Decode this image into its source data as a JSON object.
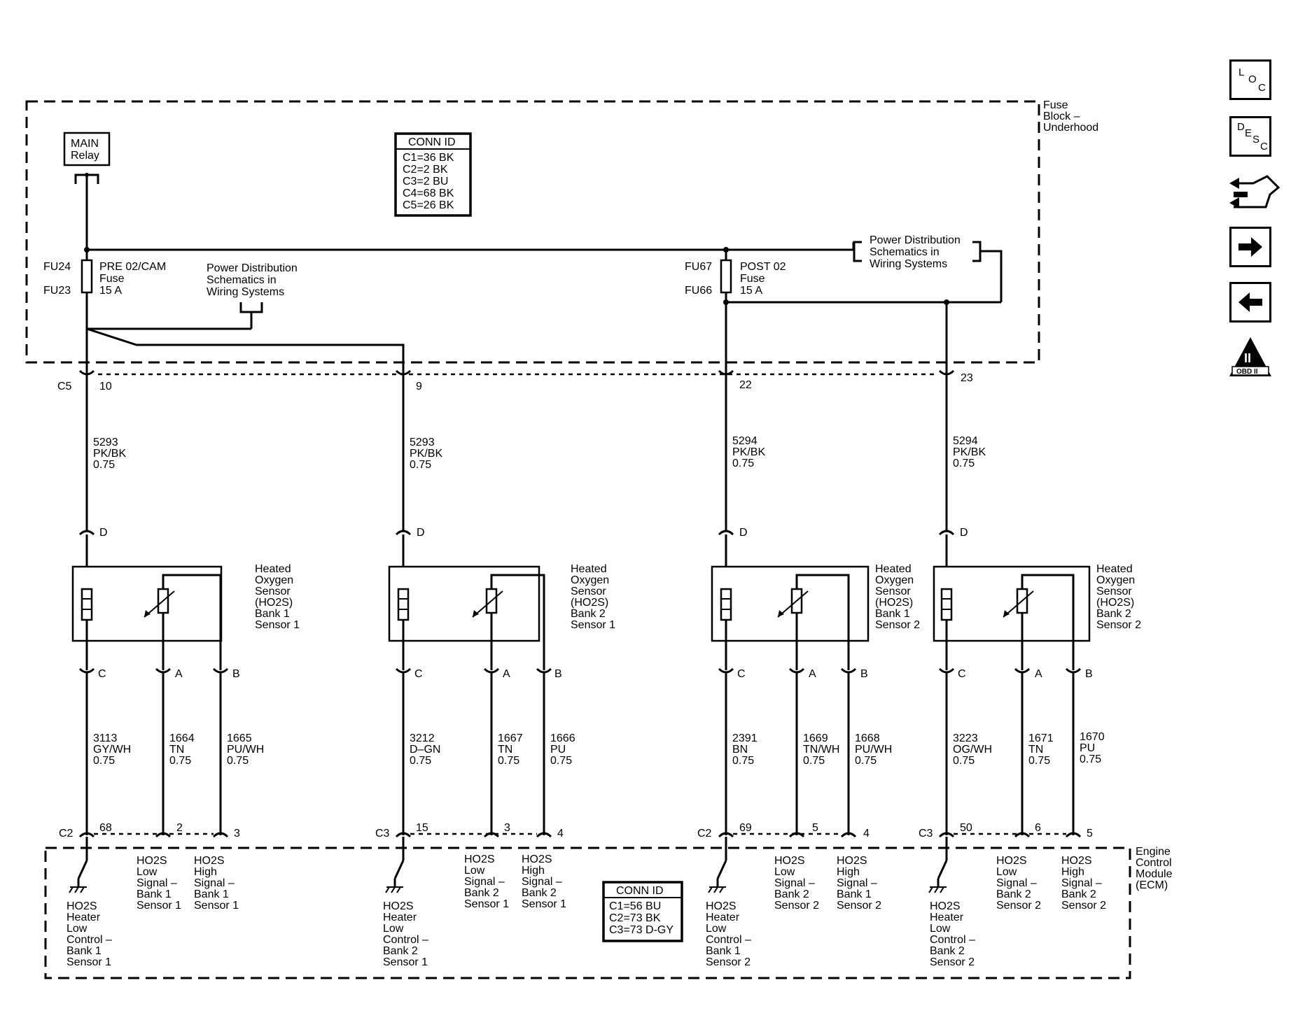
{
  "fuse_block": {
    "label": [
      "Fuse",
      "Block –",
      "Underhood"
    ]
  },
  "ecm": {
    "label": [
      "Engine",
      "Control",
      "Module",
      "(ECM)"
    ]
  },
  "main_relay": [
    "MAIN",
    "Relay"
  ],
  "conn_id_top": {
    "title": "CONN ID",
    "lines": [
      "C1=36 BK",
      "C2=2 BK",
      "C3=2 BU",
      "C4=68 BK",
      "C5=26 BK"
    ]
  },
  "conn_id_bottom": {
    "title": "CONN ID",
    "lines": [
      "C1=56 BU",
      "C2=73 BK",
      "C3=73 D-GY"
    ]
  },
  "fuse_left": {
    "id_top": "FU24",
    "id_bottom": "FU23",
    "lines": [
      "PRE 02/CAM",
      "Fuse",
      "15 A"
    ]
  },
  "fuse_right": {
    "id_top": "FU67",
    "id_bottom": "FU66",
    "lines": [
      "POST 02",
      "Fuse",
      "15 A"
    ]
  },
  "pd_ref_left": [
    "Power Distribution",
    "Schematics in",
    "Wiring Systems"
  ],
  "pd_ref_right": [
    "Power Distribution",
    "Schematics in",
    "Wiring Systems"
  ],
  "top_connector": {
    "name": "C5",
    "pins": [
      "10",
      "9",
      "22",
      "23"
    ]
  },
  "supply_wires": [
    [
      "5293",
      "PK/BK",
      "0.75"
    ],
    [
      "5293",
      "PK/BK",
      "0.75"
    ],
    [
      "5294",
      "PK/BK",
      "0.75"
    ],
    [
      "5294",
      "PK/BK",
      "0.75"
    ]
  ],
  "sensors": [
    {
      "label": [
        "Heated",
        "Oxygen",
        "Sensor",
        "(HO2S)",
        "Bank 1",
        "Sensor 1"
      ],
      "pins": {
        "d": "D",
        "c": "C",
        "a": "A",
        "b": "B"
      },
      "wires": [
        [
          "3113",
          "GY/WH",
          "0.75"
        ],
        [
          "1664",
          "TN",
          "0.75"
        ],
        [
          "1665",
          "PU/WH",
          "0.75"
        ]
      ],
      "ecm_connector": "C2",
      "ecm_pins": [
        "68",
        "2",
        "3"
      ],
      "ecm_labels": [
        [
          "HO2S",
          "Heater",
          "Low",
          "Control –",
          "Bank 1",
          "Sensor 1"
        ],
        [
          "HO2S",
          "Low",
          "Signal –",
          "Bank 1",
          "Sensor 1"
        ],
        [
          "HO2S",
          "High",
          "Signal –",
          "Bank 1",
          "Sensor 1"
        ]
      ]
    },
    {
      "label": [
        "Heated",
        "Oxygen",
        "Sensor",
        "(HO2S)",
        "Bank 2",
        "Sensor 1"
      ],
      "pins": {
        "d": "D",
        "c": "C",
        "a": "A",
        "b": "B"
      },
      "wires": [
        [
          "3212",
          "D–GN",
          "0.75"
        ],
        [
          "1667",
          "TN",
          "0.75"
        ],
        [
          "1666",
          "PU",
          "0.75"
        ]
      ],
      "ecm_connector": "C3",
      "ecm_pins": [
        "15",
        "3",
        "4"
      ],
      "ecm_labels": [
        [
          "HO2S",
          "Heater",
          "Low",
          "Control –",
          "Bank 2",
          "Sensor 1"
        ],
        [
          "HO2S",
          "Low",
          "Signal –",
          "Bank 2",
          "Sensor 1"
        ],
        [
          "HO2S",
          "High",
          "Signal –",
          "Bank 2",
          "Sensor 1"
        ]
      ]
    },
    {
      "label": [
        "Heated",
        "Oxygen",
        "Sensor",
        "(HO2S)",
        "Bank 1",
        "Sensor 2"
      ],
      "pins": {
        "d": "D",
        "c": "C",
        "a": "A",
        "b": "B"
      },
      "wires": [
        [
          "2391",
          "BN",
          "0.75"
        ],
        [
          "1669",
          "TN/WH",
          "0.75"
        ],
        [
          "1668",
          "PU/WH",
          "0.75"
        ]
      ],
      "ecm_connector": "C2",
      "ecm_pins": [
        "69",
        "5",
        "4"
      ],
      "ecm_labels": [
        [
          "HO2S",
          "Heater",
          "Low",
          "Control –",
          "Bank 1",
          "Sensor 2"
        ],
        [
          "HO2S",
          "Low",
          "Signal –",
          "Bank 2",
          "Sensor 2"
        ],
        [
          "HO2S",
          "High",
          "Signal –",
          "Bank 1",
          "Sensor 2"
        ]
      ]
    },
    {
      "label": [
        "Heated",
        "Oxygen",
        "Sensor",
        "(HO2S)",
        "Bank 2",
        "Sensor 2"
      ],
      "pins": {
        "d": "D",
        "c": "C",
        "a": "A",
        "b": "B"
      },
      "wires": [
        [
          "3223",
          "OG/WH",
          "0.75"
        ],
        [
          "1671",
          "TN",
          "0.75"
        ],
        [
          "1670",
          "PU",
          "0.75"
        ]
      ],
      "ecm_connector": "C3",
      "ecm_pins": [
        "50",
        "6",
        "5"
      ],
      "ecm_labels": [
        [
          "HO2S",
          "Heater",
          "Low",
          "Control –",
          "Bank 2",
          "Sensor 2"
        ],
        [
          "HO2S",
          "Low",
          "Signal –",
          "Bank 2",
          "Sensor 2"
        ],
        [
          "HO2S",
          "High",
          "Signal –",
          "Bank 2",
          "Sensor 2"
        ]
      ]
    }
  ],
  "nav": {
    "loc": [
      "L",
      "O",
      "C"
    ],
    "desc": [
      "D",
      "E",
      "S",
      "C"
    ],
    "obd": {
      "roman": "II",
      "text": "OBD II"
    },
    "icons": [
      "loc-icon",
      "desc-icon",
      "connector-view-icon",
      "forward-arrow-icon",
      "back-arrow-icon",
      "obd-ii-icon"
    ]
  }
}
